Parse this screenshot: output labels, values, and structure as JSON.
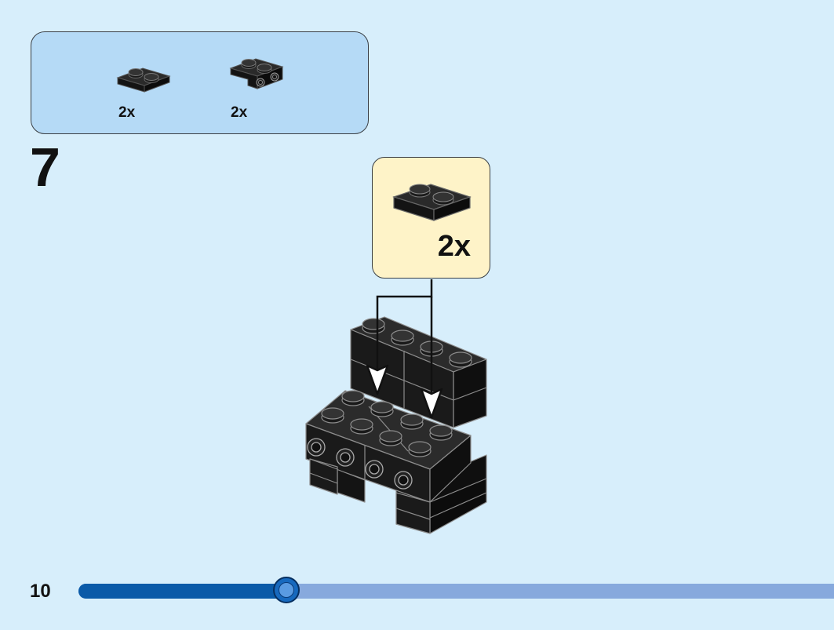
{
  "parts_list": {
    "items": [
      {
        "icon": "plate-1x2-black-icon",
        "quantity": "2x"
      },
      {
        "icon": "bracket-plate-1x2-black-icon",
        "quantity": "2x"
      }
    ]
  },
  "step": {
    "number": "7"
  },
  "callout": {
    "icon": "plate-1x2-black-icon",
    "quantity": "2x"
  },
  "model": {
    "icon": "black-brick-chair-assembly-icon"
  },
  "footer": {
    "page_number": "10",
    "progress_fraction": 0.275
  },
  "colors": {
    "background": "#d7eefb",
    "parts_box": "#b5daf6",
    "callout": "#fef3c8",
    "brick": "#1b1b1b",
    "progress_fill": "#0a5aa8",
    "progress_track": "#87a9dd"
  }
}
